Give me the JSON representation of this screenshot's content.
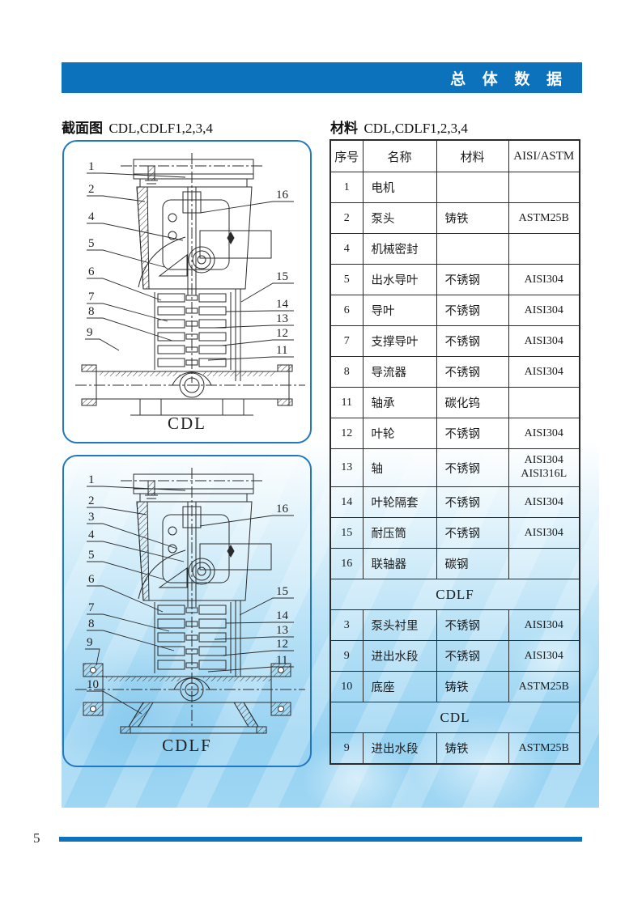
{
  "page": {
    "header_title": "总 体 数 据",
    "page_number": "5"
  },
  "colors": {
    "accent_blue": "#0b72bb",
    "box_border_blue": "#2278bf",
    "table_border": "#2b2b2b",
    "watermark_blue": "#a9dcf4"
  },
  "sections": {
    "cross_section": {
      "title_bold": "截面图",
      "title_models": "CDL,CDLF1,2,3,4"
    },
    "materials": {
      "title_bold": "材料",
      "title_models": "CDL,CDLF1,2,3,4"
    }
  },
  "diagrams": [
    {
      "caption": "CDL",
      "labels": [
        "1",
        "2",
        "4",
        "5",
        "6",
        "7",
        "8",
        "9",
        "16",
        "15",
        "14",
        "13",
        "12",
        "11"
      ]
    },
    {
      "caption": "CDLF",
      "labels": [
        "1",
        "2",
        "3",
        "4",
        "5",
        "6",
        "7",
        "8",
        "9",
        "10",
        "16",
        "15",
        "14",
        "13",
        "12",
        "11"
      ]
    }
  ],
  "table": {
    "headers": [
      "序号",
      "名称",
      "材料",
      "AISI/ASTM"
    ],
    "groups": [
      {
        "section": "",
        "rows": [
          [
            "1",
            "电机",
            "",
            ""
          ],
          [
            "2",
            "泵头",
            "铸铁",
            "ASTM25B"
          ],
          [
            "4",
            "机械密封",
            "",
            ""
          ],
          [
            "5",
            "出水导叶",
            "不锈钢",
            "AISI304"
          ],
          [
            "6",
            "导叶",
            "不锈钢",
            "AISI304"
          ],
          [
            "7",
            "支撑导叶",
            "不锈钢",
            "AISI304"
          ],
          [
            "8",
            "导流器",
            "不锈钢",
            "AISI304"
          ],
          [
            "11",
            "轴承",
            "碳化钨",
            ""
          ],
          [
            "12",
            "叶轮",
            "不锈钢",
            "AISI304"
          ],
          [
            "13",
            "轴",
            "不锈钢",
            "AISI304",
            "AISI316L"
          ],
          [
            "14",
            "叶轮隔套",
            "不锈钢",
            "AISI304"
          ],
          [
            "15",
            "耐压筒",
            "不锈钢",
            "AISI304"
          ],
          [
            "16",
            "联轴器",
            "碳钢",
            ""
          ]
        ]
      },
      {
        "section": "CDLF",
        "rows": [
          [
            "3",
            "泵头衬里",
            "不锈钢",
            "AISI304"
          ],
          [
            "9",
            "进出水段",
            "不锈钢",
            "AISI304"
          ],
          [
            "10",
            "底座",
            "铸铁",
            "ASTM25B"
          ]
        ]
      },
      {
        "section": "CDL",
        "rows": [
          [
            "9",
            "进出水段",
            "铸铁",
            "ASTM25B"
          ]
        ]
      }
    ]
  }
}
